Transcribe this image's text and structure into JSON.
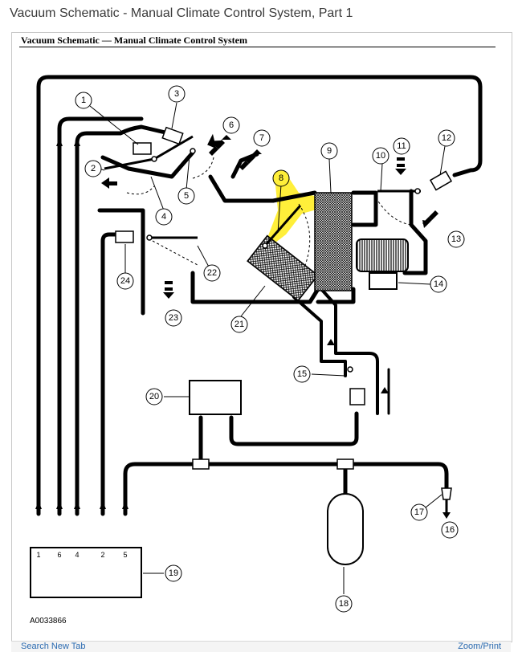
{
  "page_title": "Vacuum Schematic - Manual Climate Control System, Part 1",
  "diagram_title": "Vacuum Schematic — Manual Climate Control System",
  "figure_code": "A0033866",
  "callouts": [
    "1",
    "2",
    "3",
    "4",
    "5",
    "6",
    "7",
    "8",
    "9",
    "10",
    "11",
    "12",
    "13",
    "14",
    "15",
    "16",
    "17",
    "18",
    "19",
    "20",
    "21",
    "22",
    "23",
    "24"
  ],
  "control_ports": [
    "1",
    "6",
    "4",
    "2",
    "5"
  ],
  "bottom_bar": {
    "left_text": "Search New Tab",
    "right_text": "Zoom/Print"
  },
  "colors": {
    "highlight": "#ffef3a",
    "ink": "#000000",
    "link": "#2a6ab0"
  }
}
